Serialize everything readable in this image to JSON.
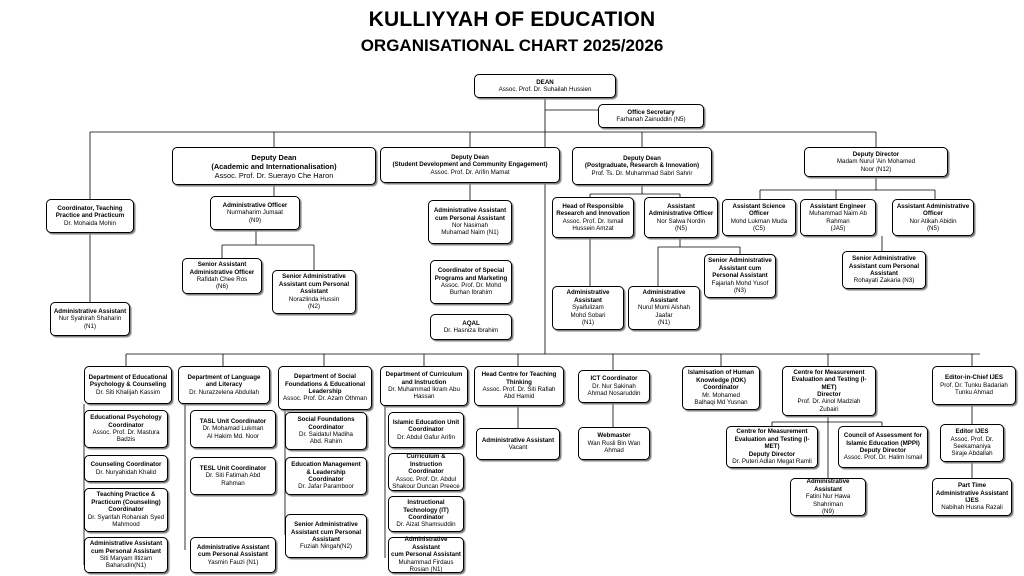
{
  "header": {
    "title": "KULLIYYAH OF EDUCATION",
    "subtitle": "ORGANISATIONAL CHART 2025/2026"
  },
  "nodes": {
    "dean": {
      "title": "DEAN",
      "name": "Assoc. Prof. Dr. Suhailah Hussien"
    },
    "office_secretary": {
      "title": "Office Secretary",
      "name": "Farhanah Zainuddin (N5)"
    },
    "dd_academic": {
      "title": "Deputy Dean\n(Academic and Internationalisation)",
      "name": "Assoc. Prof. Dr. Suerayo Che Haron"
    },
    "dd_student": {
      "title": "Deputy Dean\n(Student Development and Community Engagement)",
      "name": "Assoc. Prof. Dr. Arifin Mamat"
    },
    "dd_postgrad": {
      "title": "Deputy Dean\n(Postgraduate, Research & Innovation)",
      "name": "Prof. Ts. Dr. Muhammad Sabri Sahrir"
    },
    "deputy_director": {
      "title": "Deputy Director",
      "name": "Madam Nurul 'Ain Mohamed\nNoor (N12)"
    },
    "coord_teaching": {
      "title": "Coordinator, Teaching\nPractice and Practicum",
      "name": "Dr. Mohaida Mohin"
    },
    "admin_assistant_left": {
      "title": "Administrative Assistant",
      "name": "Nur Syahirah Shaharin\n(N1)"
    },
    "admin_officer": {
      "title": "Administrative Officer",
      "name": "Nurmaharim Jumaat\n(N9)"
    },
    "senior_aao": {
      "title": "Senior Assistant\nAdministrative Officer",
      "name": "Rafidah Chee Ros\n(N6)"
    },
    "senior_aacpa_acad": {
      "title": "Senior Administrative\nAssistant cum Personal\nAssistant",
      "name": "Norazlinda Hussin\n(N2)"
    },
    "aacpa_student": {
      "title": "Administrative Assistant\ncum Personal Assistant",
      "name": "Nor Nasimah\nMuhamad Naim (N1)"
    },
    "coord_special": {
      "title": "Coordinator of Special\nPrograms and Marketing",
      "name": "Assoc. Prof. Dr. Mohd\nBurhan Ibrahim"
    },
    "aqal": {
      "title": "AQAL",
      "name": "Dr. Hasniza Ibrahim"
    },
    "head_rri": {
      "title": "Head of Responsible\nResearch and Innovation",
      "name": "Assoc. Prof. Dr. Ismail\nHussein Amzat"
    },
    "aao_postgrad": {
      "title": "Assistant\nAdministrative Officer",
      "name": "Nor Salwa Nordin\n(N5)"
    },
    "admin_assistant_pg1": {
      "title": "Administrative\nAssistant",
      "name": "Syaifulizam\nMohd Sobari\n(N1)"
    },
    "admin_assistant_pg2": {
      "title": "Administrative\nAssistant",
      "name": "Nurul Mumi Aishah\nJaafar\n(N1)"
    },
    "senior_aacpa_pg": {
      "title": "Senior Administrative\nAssistant cum\nPersonal Assistant",
      "name": "Fajariah Mohd Yusof\n(N3)"
    },
    "asst_science": {
      "title": "Assistant Science\nOfficer",
      "name": "Mohd Lukman Muda\n(C5)"
    },
    "asst_engineer": {
      "title": "Assistant Engineer",
      "name": "Muhammad Naim Ab\nRahman\n(JA5)"
    },
    "aao_director": {
      "title": "Assistant Administrative\nOfficer",
      "name": "Nor Atikah Abidin\n(N5)"
    },
    "senior_aacpa_dir": {
      "title": "Senior Administrative\nAssistant cum Personal\nAssistant",
      "name": "Rohayati Zakaria (N3)"
    },
    "dept_psych": {
      "title": "Department of Educational\nPsychology & Counseling",
      "name": "Dr. Siti Khalijah Kassim"
    },
    "coord_psych": {
      "title": "Educational Psychology\nCoordinator",
      "name": "Assoc. Prof. Dr. Mastura\nBadzis"
    },
    "coord_counsel": {
      "title": "Counseling Coordinator",
      "name": "Dr. Nuryahidah Khalid"
    },
    "coord_tpp": {
      "title": "Teaching Practice &\nPracticum (Counseling)\nCoordinator",
      "name": "Dr. Syarifah Rohaniah Syed\nMahmood"
    },
    "aacpa_psych": {
      "title": "Administrative Assistant\ncum Personal Assistant",
      "name": "Siti Maryam Iltizam\nBaharudin(N1)"
    },
    "dept_lang": {
      "title": "Department of Language\nand Literacy",
      "name": "Dr. Nurazzelena Abdullah"
    },
    "coord_tasl": {
      "title": "TASL Unit Coordinator",
      "name": "Dr. Mohamad Lukman\nAl Hakim Md. Noor"
    },
    "coord_tesl": {
      "title": "TESL Unit Coordinator",
      "name": "Dr. Siti Fatimah Abd\nRahman"
    },
    "aacpa_lang": {
      "title": "Administrative Assistant\ncum Personal Assistant",
      "name": "Yasmin Fauzi (N1)"
    },
    "dept_social": {
      "title": "Department of Social\nFoundations & Educational\nLeadership",
      "name": "Assoc. Prof. Dr. Azam Othman"
    },
    "coord_social": {
      "title": "Social Foundations\nCoordinator",
      "name": "Dr. Saidatul Madiha\nAbd. Rahim"
    },
    "coord_edmgmt": {
      "title": "Education Management\n& Leadership Coordinator",
      "name": "Dr. Jafar Paramboor"
    },
    "senior_aacpa_social": {
      "title": "Senior Administrative\nAssistant cum Personal\nAssistant",
      "name": "Fuziah Ningah(N2)"
    },
    "dept_curriculum": {
      "title": "Department of Curriculum\nand Instruction",
      "name": "Dr. Muhammad Ikram Abu\nHassan"
    },
    "coord_islamic": {
      "title": "Islamic Education Unit\nCoordinator",
      "name": "Dr. Abdul Gafur Arifin"
    },
    "coord_ci": {
      "title": "Curriculum & Instruction\nCoordinator",
      "name": "Assoc. Prof. Dr. Abdul\nShakour Duncan Preece"
    },
    "coord_it": {
      "title": "Instructional\nTechnology (IT)\nCoordinator",
      "name": "Dr. Aizat Shamsuddin"
    },
    "aacpa_curriculum": {
      "title": "Administrative Assistant\ncum Personal Assistant",
      "name": "Muhammad Firdaus\nRosian (N1)"
    },
    "head_centre_teaching": {
      "title": "Head Centre for Teaching\nThinking",
      "name": "Assoc. Prof. Dr. Siti Rafiah\nAbd Hamid"
    },
    "admin_assistant_centre": {
      "title": "Administrative Assistant",
      "name": "Vacant"
    },
    "ict_coord": {
      "title": "ICT Coordinator",
      "name": "Dr. Nur Sakinah\nAhmad Nosaruddin"
    },
    "webmaster": {
      "title": "Webmaster",
      "name": "Wan Rusli Bin Wan\nAhmad"
    },
    "iok_coord": {
      "title": "Islamisation of Human\nKnowledge (IOK)\nCoordinator",
      "name": "Mr. Mohamed\nBalhaqi Md Yusnan"
    },
    "imet_director": {
      "title": "Centre for Measurement\nEvaluation and Testing (I-MET)\nDirector",
      "name": "Prof. Dr. Ainol Madziah\nZubairi"
    },
    "imet_deputy": {
      "title": "Centre for Measurement\nEvaluation and Testing (I-MET)\nDeputy Director",
      "name": "Dr. Puteri Adlan Megat Ramli"
    },
    "council_deputy": {
      "title": "Council of Assessment for\nIslamic Education (MPPI)\nDeputy Director",
      "name": "Assoc. Prof. Dr. Halim Ismail"
    },
    "admin_assistant_imet": {
      "title": "Administrative Assistant",
      "name": "Fatini Nur Hawa\nShahriman\n(N9)"
    },
    "editor_chief": {
      "title": "Editor-in-Chief IJES",
      "name": "Prof. Dr. Tunku Badariah\nTunku Ahmad"
    },
    "editor": {
      "title": "Editor IJES",
      "name": "Assoc. Prof. Dr.\nSeekamaniya\nSiraje Abdallah"
    },
    "part_time_aa": {
      "title": "Part Time\nAdministrative Assistant\nIJES",
      "name": "Nabihah Husna Razali"
    }
  }
}
